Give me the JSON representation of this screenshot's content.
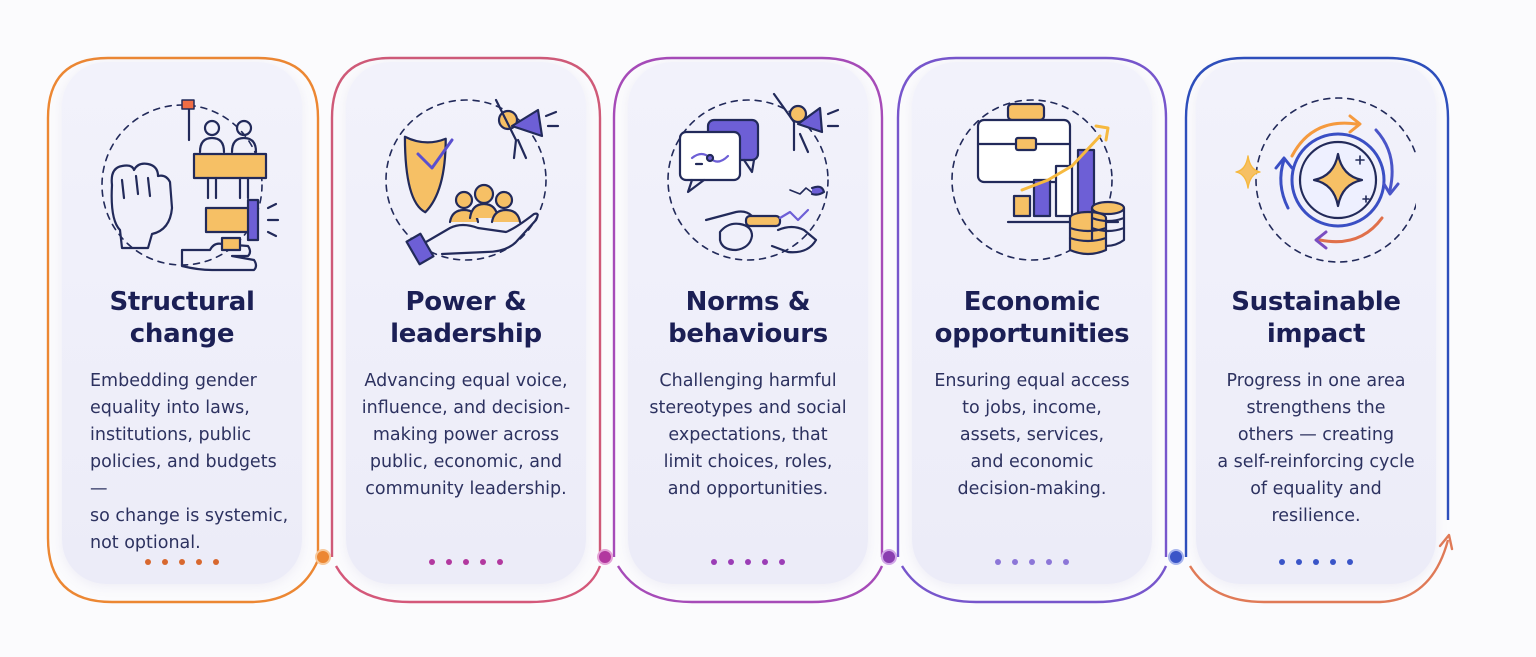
{
  "stages": [
    {
      "title": "Structural\nchange",
      "description": "Embedding gender\nequality into laws,\ninstitutions, public\npolicies, and budgets —\nso change is systemic,\nnot optional.",
      "icon": "protest-fist-megaphone-icon",
      "color": "#e97b2e"
    },
    {
      "title": "Power &\nleadership",
      "description": "Advancing equal voice,\ninfluence, and decision-\nmaking power across\npublic, economic, and\ncommunity leadership.",
      "icon": "shield-check-leadership-icon",
      "color": "#c84a7a"
    },
    {
      "title": "Norms &\nbehaviours",
      "description": "Challenging harmful\nstereotypes and social\nexpectations, that\nlimit choices, roles,\nand opportunities.",
      "icon": "speech-bubbles-chain-break-icon",
      "color": "#9b44b8"
    },
    {
      "title": "Economic\nopportunities",
      "description": "Ensuring equal access\nto jobs, income,\nassets, services,\nand economic\ndecision-making.",
      "icon": "briefcase-chart-coins-icon",
      "color": "#7559cc"
    },
    {
      "title": "Sustainable\nimpact",
      "description": "Progress in one area\nstrengthens the\nothers — creating\na self-reinforcing cycle\nof equality and\nresilience.",
      "icon": "cycle-sparkle-icon",
      "color": "#3a4fc4"
    }
  ]
}
